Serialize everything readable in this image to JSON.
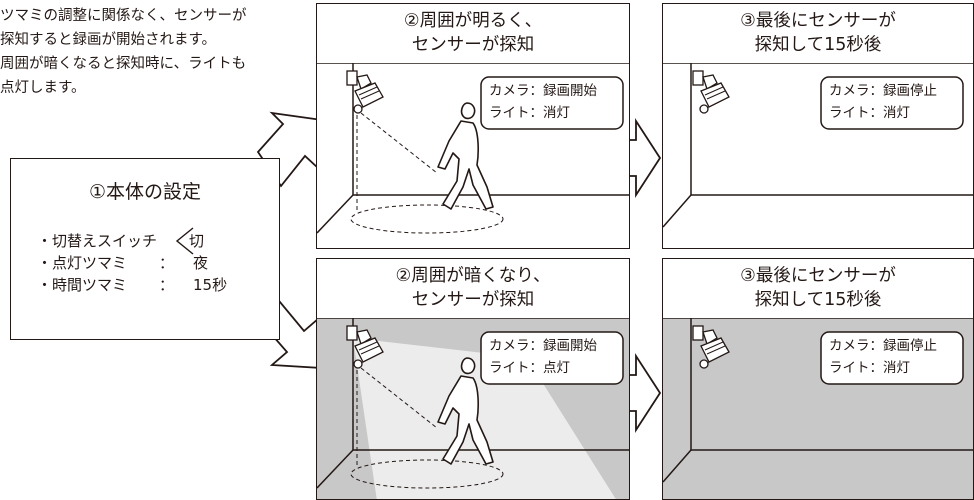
{
  "intro_lines": [
    "ツマミの調整に関係なく、センサーが",
    "探知すると録画が開始されます。",
    "周囲が暗くなると探知時に、ライトも",
    "点灯します。"
  ],
  "settings": {
    "title": "①本体の設定",
    "rows": [
      {
        "label": "・切替えスイッチ",
        "sep": "",
        "value": "切"
      },
      {
        "label": "・点灯ツマミ",
        "sep": "：",
        "value": "夜"
      },
      {
        "label": "・時間ツマミ",
        "sep": "：",
        "value": "15秒"
      }
    ]
  },
  "panels": {
    "day_detect": {
      "title_1": "②周囲が明るく、",
      "title_2": "センサーが探知",
      "camera": "カメラ：録画開始",
      "light": "ライト：消灯"
    },
    "day_after": {
      "title_1": "③最後にセンサーが",
      "title_2": "探知して15秒後",
      "camera": "カメラ：録画停止",
      "light": "ライト：消灯"
    },
    "night_detect": {
      "title_1": "②周囲が暗くなり、",
      "title_2": "センサーが探知",
      "camera": "カメラ：録画開始",
      "light": "ライト：点灯"
    },
    "night_after": {
      "title_1": "③最後にセンサーが",
      "title_2": "探知して15秒後",
      "camera": "カメラ：録画停止",
      "light": "ライト：消灯"
    }
  },
  "colors": {
    "line": "#231815",
    "dark_bg": "#c8c8c8",
    "light_beam": "#ececec"
  },
  "icons": [
    "security-camera-icon",
    "person-walking-icon",
    "arrow-right-icon"
  ]
}
